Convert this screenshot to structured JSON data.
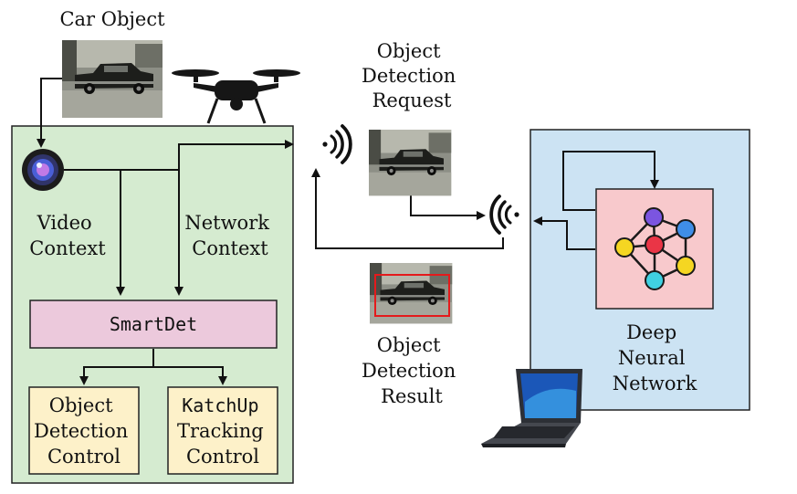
{
  "labels": {
    "car_object": "Car Object",
    "video_context": [
      "Video",
      "Context"
    ],
    "network_context": [
      "Network",
      "Context"
    ],
    "smartdet": "SmartDet",
    "object_detection_control": [
      "Object",
      "Detection",
      "Control"
    ],
    "katchup_tracking_control": [
      "KatchUp",
      "Tracking",
      "Control"
    ],
    "object_detection_request": [
      "Object",
      "Detection",
      "Request"
    ],
    "object_detection_result": [
      "Object",
      "Detection",
      "Result"
    ],
    "deep_neural_network": [
      "Deep",
      "Neural",
      "Network"
    ]
  },
  "colors": {
    "drone_panel_fill": "#d5ebd0",
    "server_panel_fill": "#cce3f3",
    "smartdet_fill": "#ecc9dc",
    "control_fill": "#fdf1c9",
    "dnn_fill": "#f8c9cc",
    "result_box": "#e41a1c",
    "node_purple": "#7b55e0",
    "node_blue": "#3f8ee8",
    "node_yellow": "#f5d622",
    "node_red": "#ea3546",
    "node_cyan": "#40d1e2"
  },
  "icons": [
    "car-photo",
    "drone-icon",
    "camera-lens-icon",
    "wireless-signal-icon",
    "neural-network-icon",
    "laptop-icon"
  ]
}
